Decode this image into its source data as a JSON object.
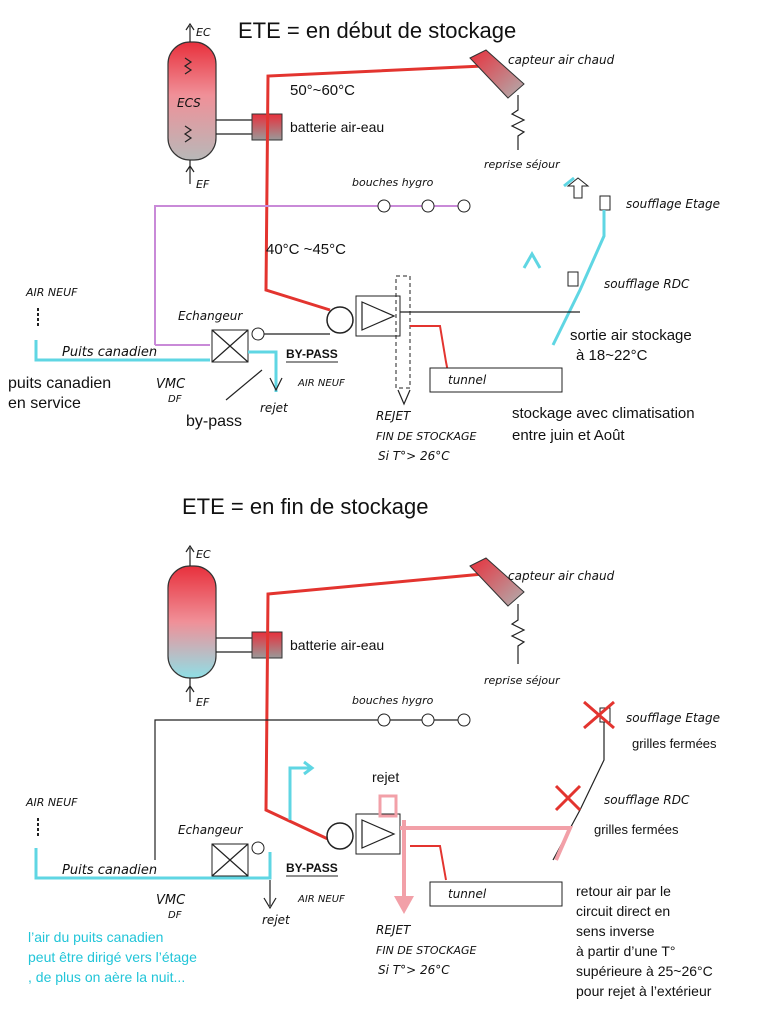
{
  "top": {
    "title": "ETE = en début de stockage",
    "ec": "EC",
    "ecs": "ECS",
    "ef": "EF",
    "capteur": "capteur air chaud",
    "temp_5060": "50°~60°C",
    "batterie": "batterie air-eau",
    "reprise": "reprise séjour",
    "bouches": "bouches hygro",
    "soufflage_etage": "soufflage Etage",
    "temp_4045": "40°C ~45°C",
    "soufflage_rdc": "soufflage RDC",
    "air_neuf": "AIR NEUF",
    "echangeur": "Echangeur",
    "sortie_air": "sortie air stockage",
    "sortie_temp": "à 18~22°C",
    "puits": "Puits canadien",
    "bypass": "BY-PASS",
    "air_neuf_small": "AIR NEUF",
    "tunnel": "tunnel",
    "puits_service_1": "puits canadien",
    "puits_service_2": "en service",
    "vmc": "VMC",
    "df": "DF",
    "rejet": "rejet",
    "bypass_note": "by-pass",
    "rejet_fin_1": "REJET",
    "rejet_fin_2": "FIN DE STOCKAGE",
    "rejet_fin_3": "Si T°> 26°C",
    "stockage_1": "stockage avec climatisation",
    "stockage_2": "entre juin et Août"
  },
  "bottom": {
    "title": "ETE = en fin de stockage",
    "ec": "EC",
    "ef": "EF",
    "capteur": "capteur air chaud",
    "batterie": "batterie air-eau",
    "reprise": "reprise séjour",
    "bouches": "bouches hygro",
    "soufflage_etage": "soufflage Etage",
    "grilles_1": "grilles fermées",
    "rejet_label": "rejet",
    "soufflage_rdc": "soufflage RDC",
    "air_neuf": "AIR NEUF",
    "echangeur": "Echangeur",
    "grilles_2": "grilles fermées",
    "puits": "Puits canadien",
    "bypass": "BY-PASS",
    "air_neuf_small": "AIR NEUF",
    "tunnel": "tunnel",
    "retour_1": "retour air  par le",
    "retour_2": "circuit direct en",
    "retour_3": "sens inverse",
    "retour_4": "à partir d’une T°",
    "retour_5": "supérieure à 25~26°C",
    "retour_6": "pour rejet à l’extérieur",
    "vmc": "VMC",
    "df": "DF",
    "rejet": "rejet",
    "rejet_fin_1": "REJET",
    "rejet_fin_2": "FIN DE STOCKAGE",
    "rejet_fin_3": "Si T°> 26°C",
    "cyan_1": "l’air du puits canadien",
    "cyan_2": "peut être dirigé vers l’étage",
    "cyan_3": ", de plus on aère la nuit..."
  }
}
